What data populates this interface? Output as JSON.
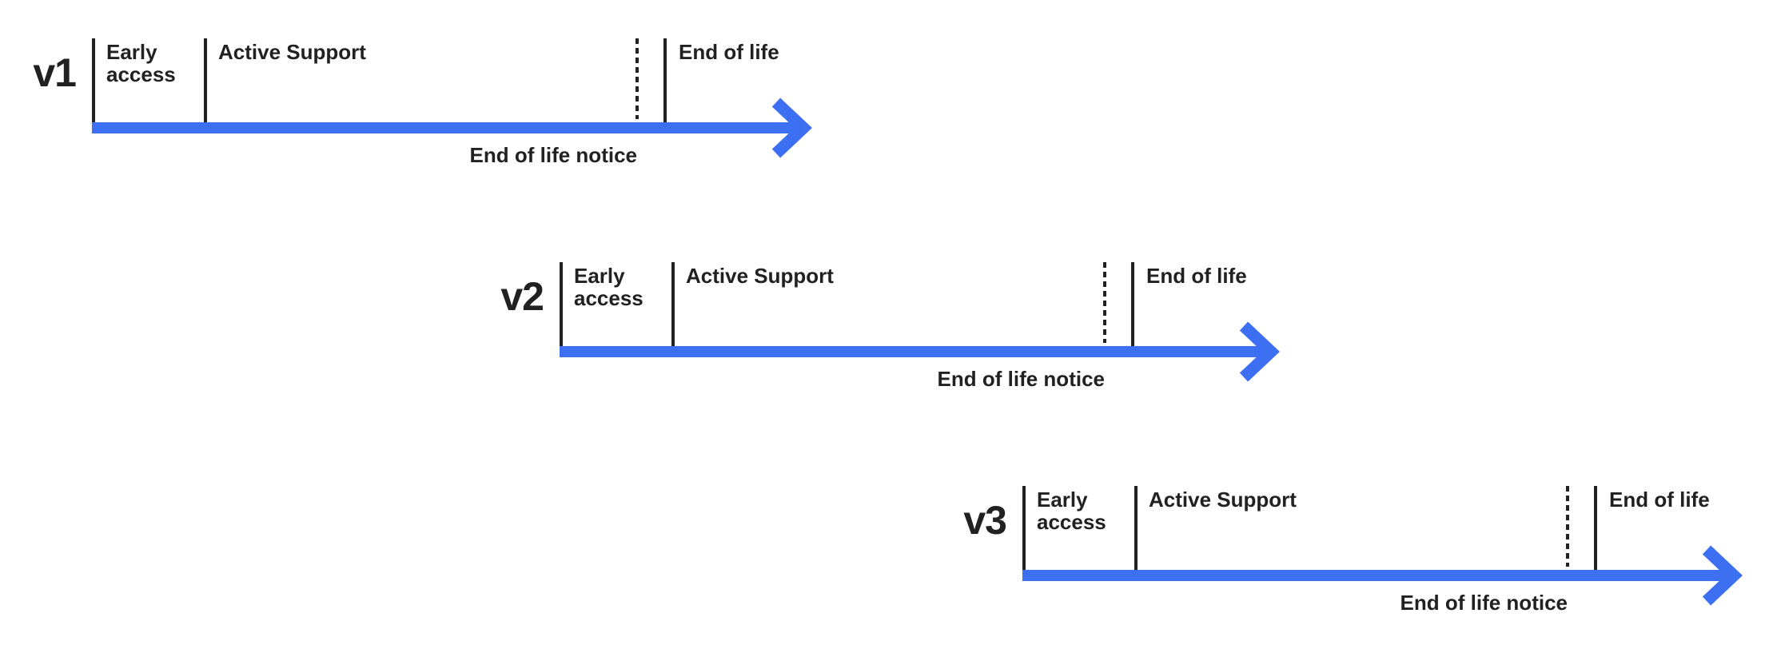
{
  "diagram": {
    "description": "Version release lifecycle timelines",
    "colors": {
      "background": "#ffffff",
      "arrow": "#3d6ff2",
      "tick_line": "#212121",
      "text": "#212121"
    }
  },
  "timelines": [
    {
      "version": "v1",
      "labels": {
        "early_access": "Early access",
        "active_support": "Active Support",
        "end_of_life": "End of life",
        "end_of_life_notice": "End of life notice"
      }
    },
    {
      "version": "v2",
      "labels": {
        "early_access": "Early access",
        "active_support": "Active Support",
        "end_of_life": "End of life",
        "end_of_life_notice": "End of life notice"
      }
    },
    {
      "version": "v3",
      "labels": {
        "early_access": "Early access",
        "active_support": "Active Support",
        "end_of_life": "End of life",
        "end_of_life_notice": "End of life notice"
      }
    }
  ]
}
